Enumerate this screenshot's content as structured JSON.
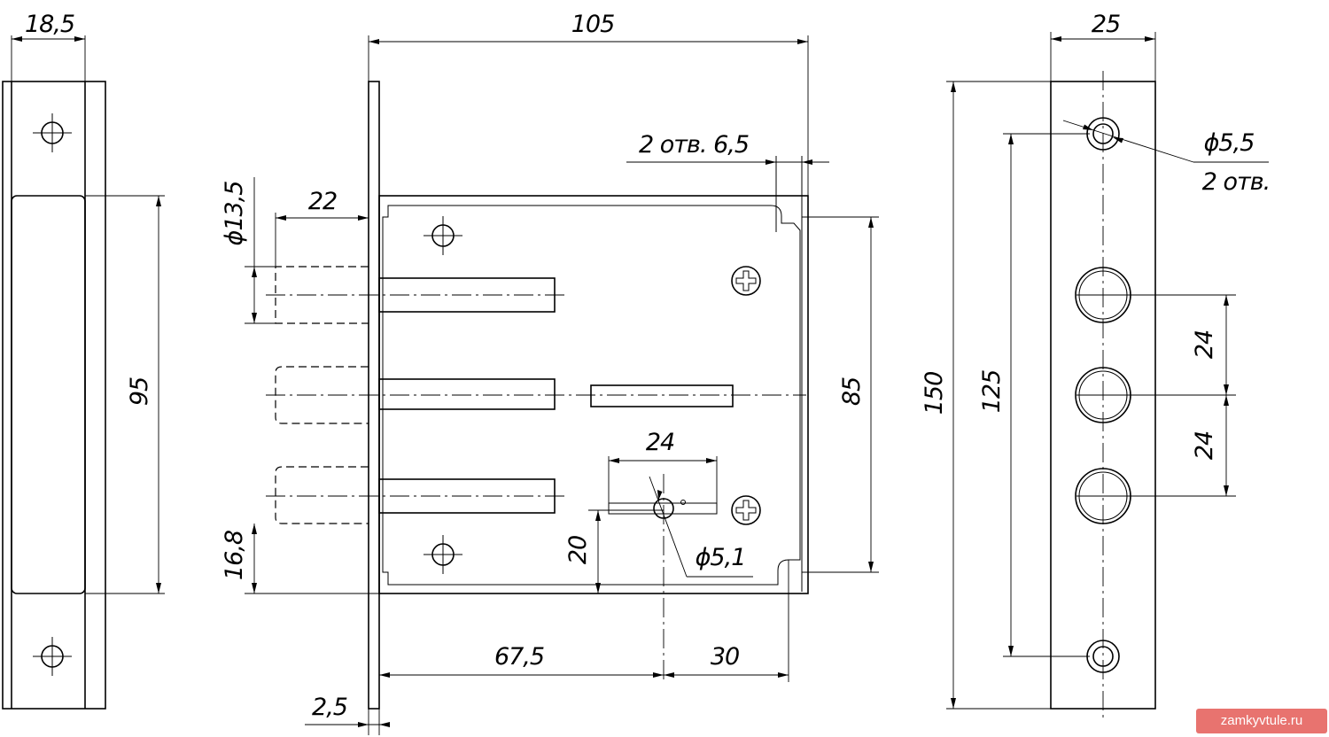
{
  "labels": {
    "faceplate_width": "18,5",
    "faceplate_height": "95",
    "lock_width": "105",
    "holes_2": "2 отв. 6,5",
    "bolt_diameter": "ϕ13,5",
    "bolt_throw": "22",
    "bottom_offset": "16,8",
    "body_height": "85",
    "key_width": "24",
    "key_hole": "ϕ5,1",
    "key_height": "20",
    "backset": "67,5",
    "side_offset": "30",
    "plate_thickness": "2,5",
    "strike_width": "25",
    "strike_height": "150",
    "strike_spacing": "125",
    "strike_hole": "ϕ5,5",
    "strike_hole_count": "2 отв.",
    "bolt_pitch_1": "24",
    "bolt_pitch_2": "24"
  },
  "watermark": "zamkyvtule.ru"
}
